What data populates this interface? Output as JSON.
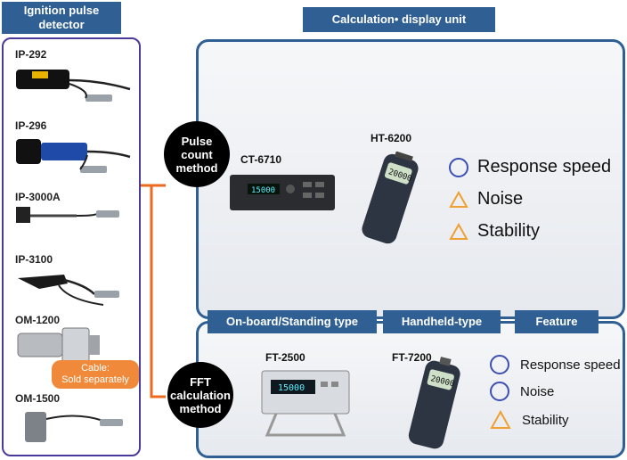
{
  "left": {
    "title_line1": "Ignition pulse",
    "title_line2": "detector",
    "detectors": [
      {
        "label": "IP-292"
      },
      {
        "label": "IP-296"
      },
      {
        "label": "IP-3000A"
      },
      {
        "label": "IP-3100"
      },
      {
        "label": "OM-1200"
      },
      {
        "label": "OM-1500"
      }
    ],
    "cable_note_line1": "Cable:",
    "cable_note_line2": "Sold separately"
  },
  "top": {
    "title": "Calculation• display unit",
    "method_line1": "Pulse",
    "method_line2": "count",
    "method_line3": "method",
    "device1": "CT-6710",
    "device2": "HT-6200",
    "device1_display": "15000",
    "device2_display": "20000",
    "features": [
      {
        "name": "Response speed",
        "icon": "circle-icon"
      },
      {
        "name": "Noise",
        "icon": "triangle-icon"
      },
      {
        "name": "Stability",
        "icon": "triangle-icon"
      }
    ]
  },
  "bottom": {
    "header_onboard": "On-board/Standing type",
    "header_handheld": "Handheld-type",
    "header_feature": "Feature",
    "method_line1": "FFT",
    "method_line2": "calculation",
    "method_line3": "method",
    "device1": "FT-2500",
    "device2": "FT-7200",
    "device1_display": "15000",
    "device2_display": "20000",
    "features": [
      {
        "name": "Response speed",
        "icon": "circle-icon"
      },
      {
        "name": "Noise",
        "icon": "circle-icon"
      },
      {
        "name": "Stability",
        "icon": "triangle-icon"
      }
    ]
  },
  "colors": {
    "accent_blue": "#2f5f93",
    "connector_orange": "#ec6a1f",
    "circle_blue": "#3d4fb0",
    "triangle_orange": "#f0a030"
  }
}
